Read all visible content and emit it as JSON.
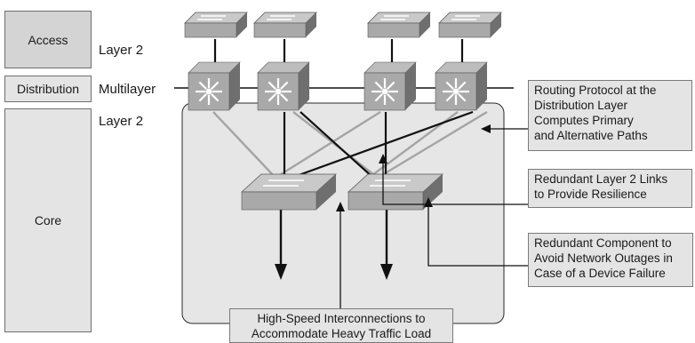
{
  "stack": {
    "access": "Access",
    "distribution": "Distribution",
    "core": "Core"
  },
  "layer_labels": {
    "top": "Layer 2",
    "middle": "Multilayer",
    "bottom": "Layer 2"
  },
  "callouts": {
    "routing": [
      "Routing Protocol at the",
      "Distribution Layer",
      "Computes Primary",
      "and Alternative Paths"
    ],
    "redundant_links": [
      "Redundant Layer 2 Links",
      "to Provide Resilience"
    ],
    "redundant_component": [
      "Redundant Component to",
      "Avoid Network Outages in",
      "Case of a Device Failure"
    ],
    "interconnect": [
      "High-Speed Interconnections to",
      "Accommodate Heavy Traffic Load"
    ]
  },
  "colors": {
    "device_face": "#a9a9a9",
    "device_dark": "#6f6f6f",
    "core_block": "#e6e6e6",
    "gray_link": "#9e9e9e"
  }
}
